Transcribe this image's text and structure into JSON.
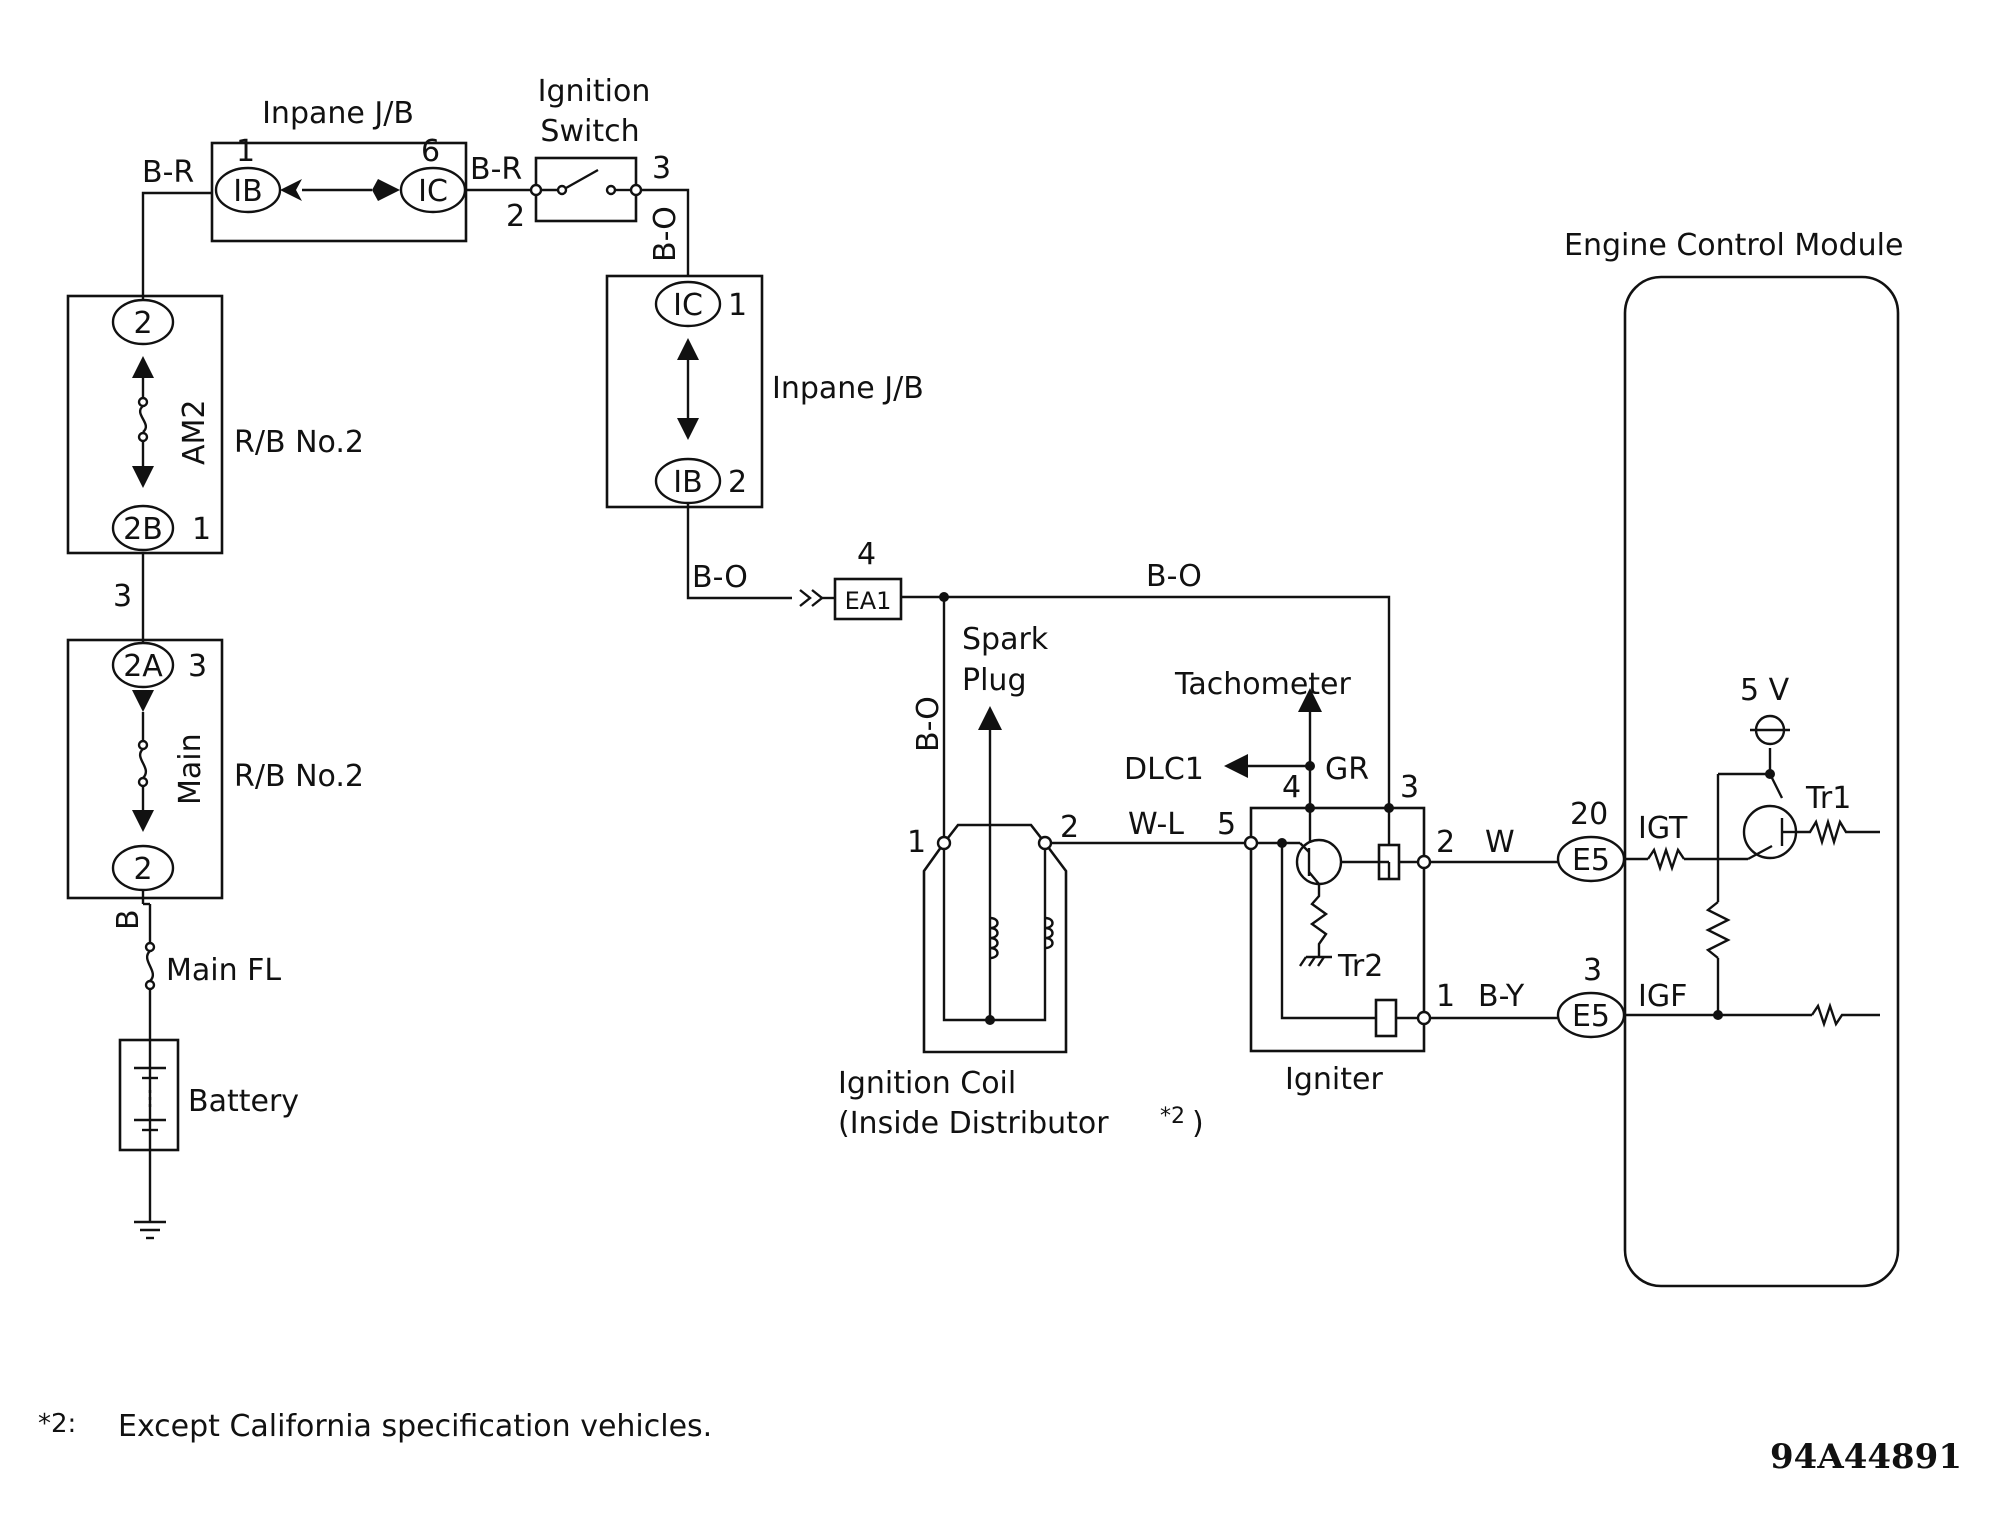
{
  "components": {
    "inpane_jb_top": "Inpane J/B",
    "ignition_switch": [
      "Ignition",
      "Switch"
    ],
    "am2": "AM2",
    "rb_no2_upper": "R/B No.2",
    "rb_no2_lower": "R/B No.2",
    "main": "Main",
    "main_fl": "Main FL",
    "battery": "Battery",
    "inpane_jb_right": "Inpane J/B",
    "spark_plug": [
      "Spark",
      "Plug"
    ],
    "tachometer": "Tachometer",
    "dlc1": "DLC1",
    "ignition_coil": [
      "Ignition Coil",
      "(Inside Distributor"
    ],
    "footnote_mark": "*2",
    "igniter": "Igniter",
    "tr1": "Tr1",
    "tr2": "Tr2",
    "ecm": "Engine Control Module",
    "five_v": "5 V",
    "igt": "IGT",
    "igf": "IGF"
  },
  "connectors": {
    "ib": "IB",
    "ic": "IC",
    "c2": "2",
    "c2b": "2B",
    "c2a": "2A",
    "ea1": "EA1",
    "e5": "E5"
  },
  "wires": {
    "br": "B-R",
    "bo": "B-O",
    "b": "B",
    "wl": "W-L",
    "w": "W",
    "by": "B-Y",
    "gr": "GR"
  },
  "pins": {
    "jb_1": "1",
    "jb_6": "6",
    "sw_2": "2",
    "sw_3": "3",
    "ic_1": "1",
    "ib_2": "2",
    "am2_1": "1",
    "mid_3": "3",
    "main_3": "3",
    "ea1_4": "4",
    "coil_1": "1",
    "coil_2": "2",
    "ig_5": "5",
    "ig_4": "4",
    "ig_3": "3",
    "ig_2": "2",
    "ig_1": "1",
    "e5_20": "20",
    "e5_3": "3"
  },
  "footnote": {
    "mark": "*2:",
    "text": "Except California specification vehicles."
  },
  "figure_id": "94A44891"
}
